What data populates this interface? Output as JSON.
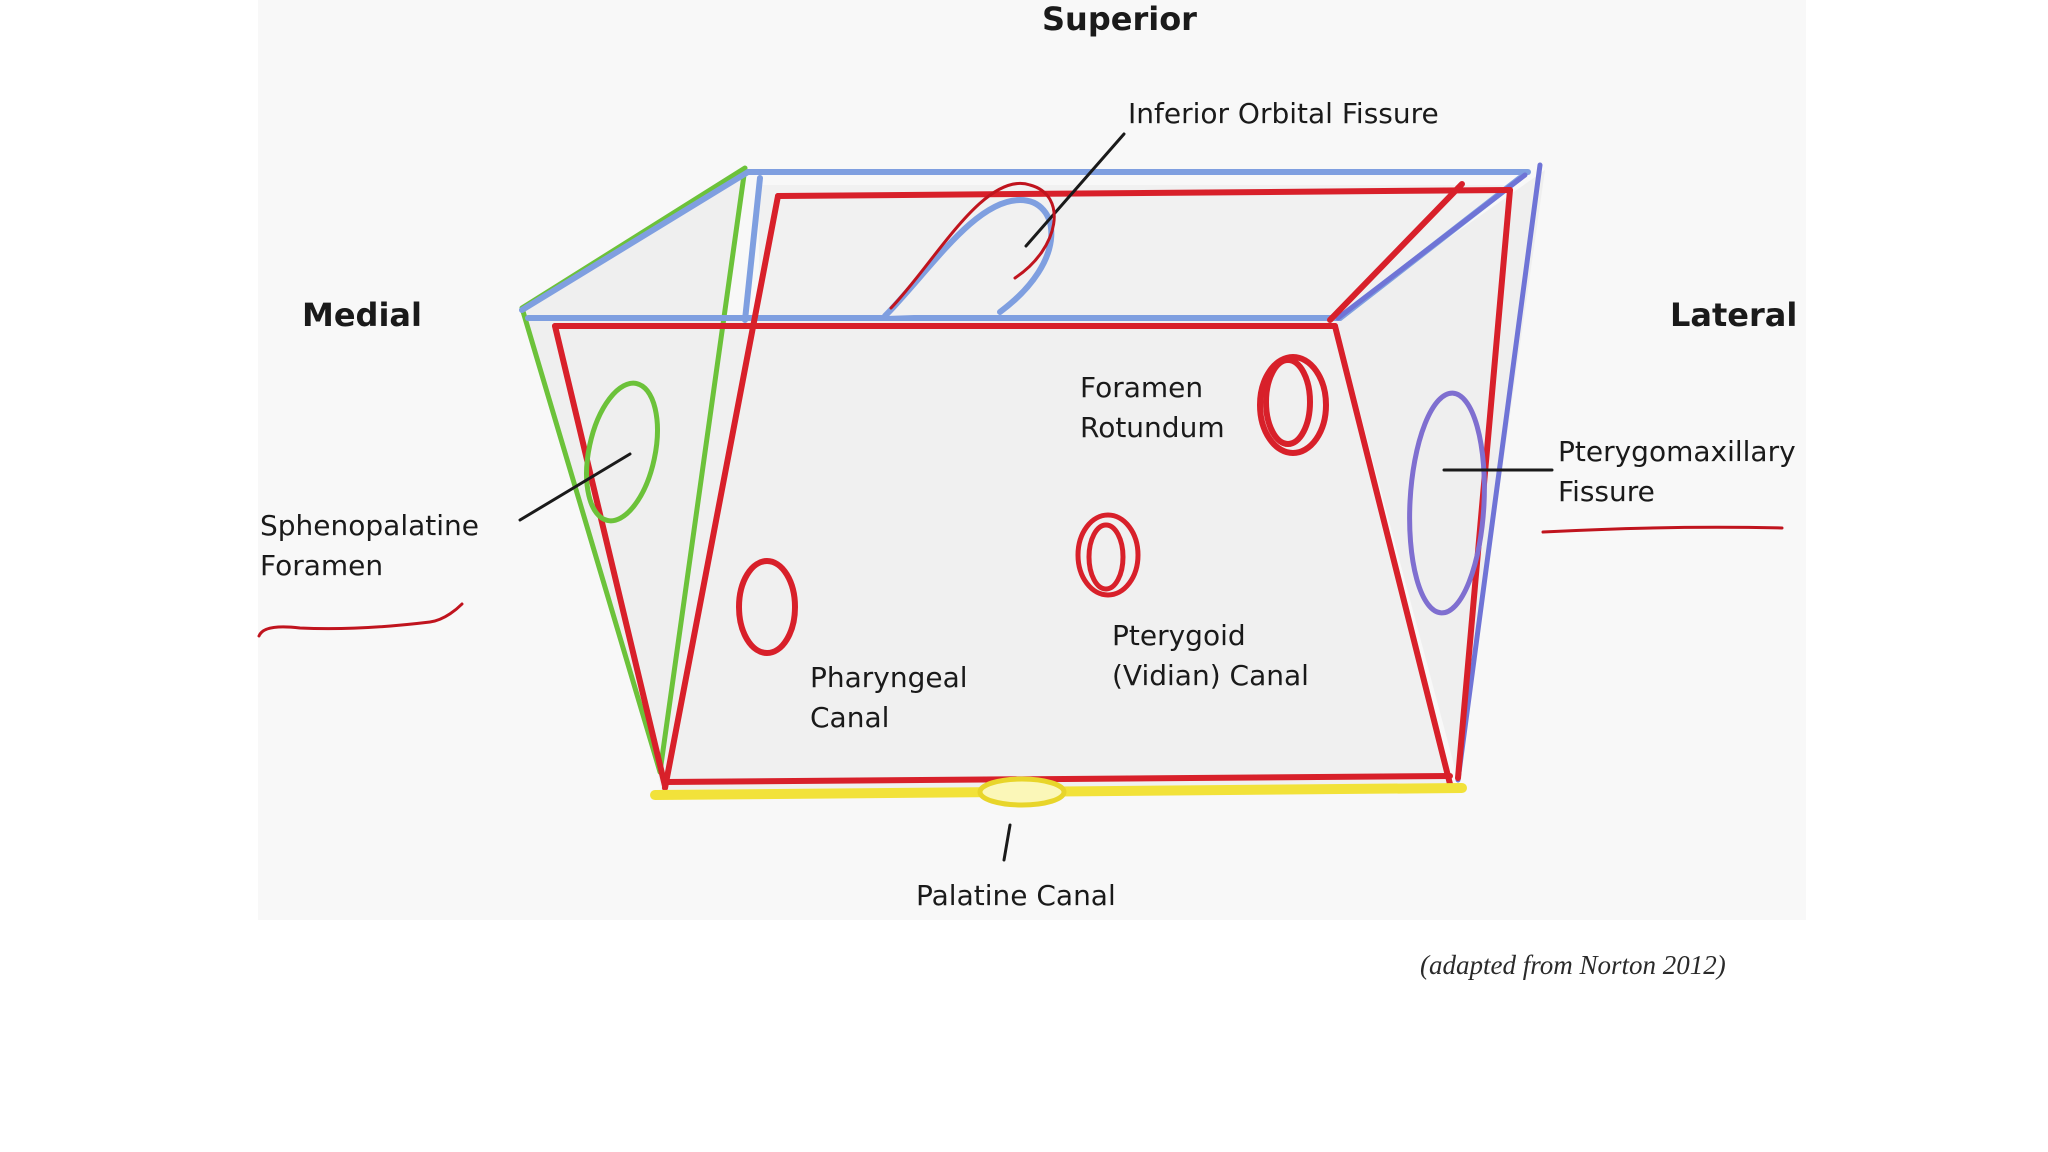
{
  "directions": {
    "superior": "Superior",
    "medial": "Medial",
    "lateral": "Lateral"
  },
  "labels": {
    "inferior_orbital_fissure": "Inferior Orbital Fissure",
    "foramen_rotundum": [
      "Foramen",
      "Rotundum"
    ],
    "pterygomaxillary_fissure": [
      "Pterygomaxillary",
      "Fissure"
    ],
    "sphenopalatine_foramen": [
      "Sphenopalatine",
      "Foramen"
    ],
    "pterygoid_canal": [
      "Pterygoid",
      "(Vidian) Canal"
    ],
    "pharyngeal_canal": [
      "Pharyngeal",
      "Canal"
    ],
    "palatine_canal": "Palatine Canal"
  },
  "citation": "(adapted from Norton 2012)",
  "colors": {
    "medial_wall": "#6cc23a",
    "superior_edges": "#7f9fe0",
    "lateral_wall": "#6f74d6",
    "outline": "#d8202a",
    "floor": "#f2e23a",
    "leader": "#1a1a1a",
    "annotation_ink": "#c0141e"
  }
}
